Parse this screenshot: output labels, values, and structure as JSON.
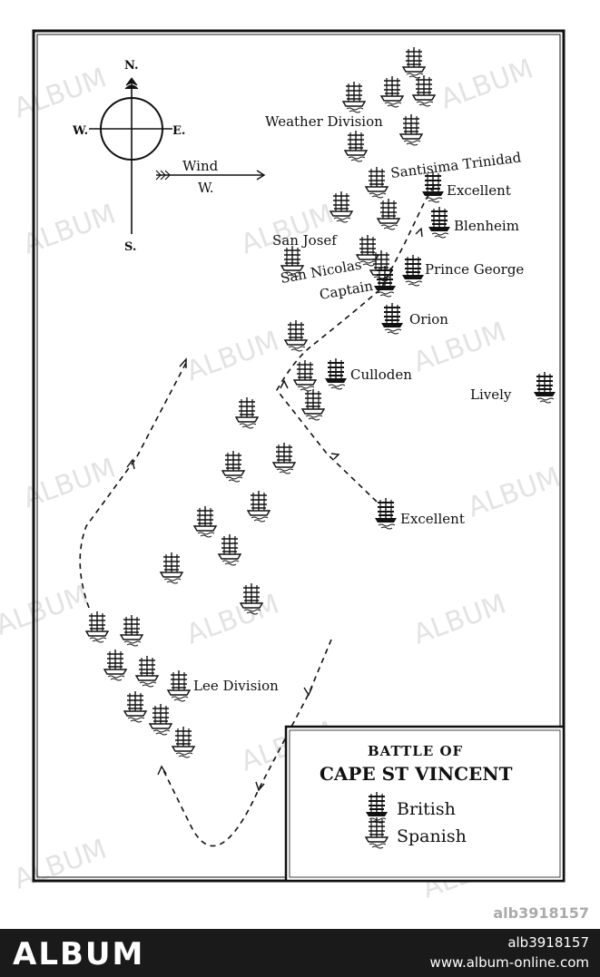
{
  "compass": {
    "north": "N.",
    "south": "S.",
    "east": "E.",
    "west": "W."
  },
  "wind": {
    "label": "Wind",
    "direction": "W."
  },
  "divisions": {
    "weather": "Weather Division",
    "lee": "Lee Division"
  },
  "ships": {
    "santisima_trinidad": "Santisima Trinidad",
    "excellent_north": "Excellent",
    "blenheim": "Blenheim",
    "san_josef": "San Josef",
    "san_nicolas": "San Nicolas",
    "captain": "Captain",
    "prince_george": "Prince George",
    "orion": "Orion",
    "culloden": "Culloden",
    "lively": "Lively",
    "excellent_south": "Excellent"
  },
  "legend": {
    "title_line1": "BATTLE OF",
    "title_line2": "CAPE ST VINCENT",
    "british": "British",
    "spanish": "Spanish"
  },
  "watermark": {
    "text": "ALBUM"
  },
  "footer": {
    "logo": "ALBUM",
    "image_ref": "alb3918157",
    "website": "www.album-online.com",
    "image_ref_grey": "alb3918157"
  },
  "colors": {
    "ink": "#111111",
    "footer_bg": "#1a1a1a",
    "watermark": "#d8d8d8"
  }
}
